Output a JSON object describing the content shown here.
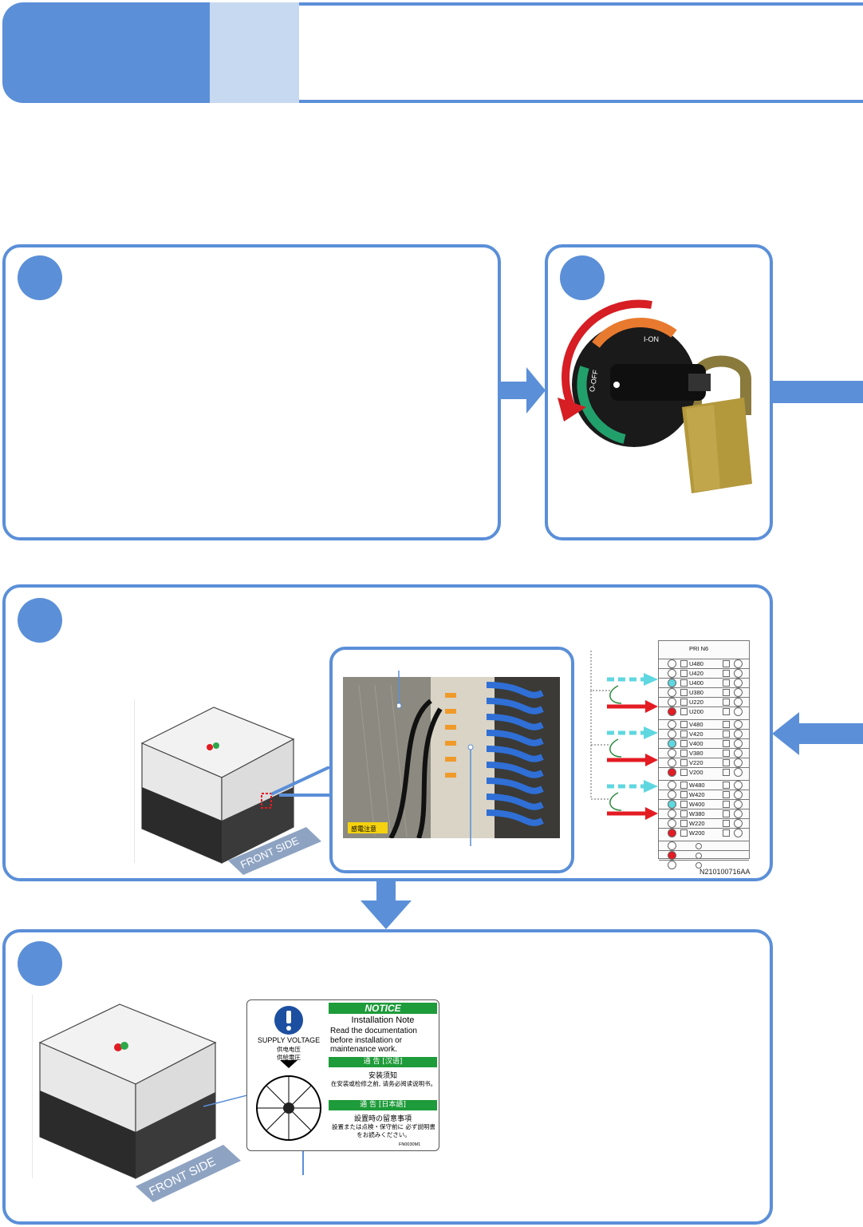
{
  "colors": {
    "accent": "#5b8fd8",
    "accent_light": "#c7d9f1",
    "notice_green": "#1e9b3a",
    "arrow_red": "#e31b23",
    "dot_cyan": "#5fd7e0"
  },
  "switch_labels": {
    "on": "I-ON",
    "off": "O-OFF"
  },
  "photo_labels": {
    "caution": "感電注意"
  },
  "terminal_block": {
    "header": "PRI N6",
    "groups": [
      {
        "labels": [
          "U480",
          "U420",
          "U400",
          "U380",
          "U220",
          "U200"
        ],
        "cyan_index": 2,
        "red_index": 5
      },
      {
        "labels": [
          "V480",
          "V420",
          "V400",
          "V380",
          "V220",
          "V200"
        ],
        "cyan_index": 2,
        "red_index": 5
      },
      {
        "labels": [
          "W480",
          "W420",
          "W400",
          "W380",
          "W220",
          "W200"
        ],
        "cyan_index": 2,
        "red_index": 5
      }
    ],
    "code": "N210100716AA"
  },
  "front_side_1": "FRONT SIDE",
  "front_side_2": "FRONT SIDE",
  "notice_label": {
    "header": "NOTICE",
    "title_en": "Installation Note",
    "body_en": "Read the documentation before installation or maintenance work.",
    "bar_cn": "通 告 [汉语]",
    "title_cn": "安装须知",
    "body_cn": "在安装或检修之前, 请务必阅读说明书。",
    "bar_jp": "通 告 [日本語]",
    "title_jp": "設置時の留意事項",
    "body_jp": "設置または点検・保守前に 必ず説明書をお読みください。",
    "supply_en": "SUPPLY VOLTAGE",
    "supply_cn": "供电电压",
    "supply_jp": "供給電圧",
    "code": "FN0030M1"
  }
}
